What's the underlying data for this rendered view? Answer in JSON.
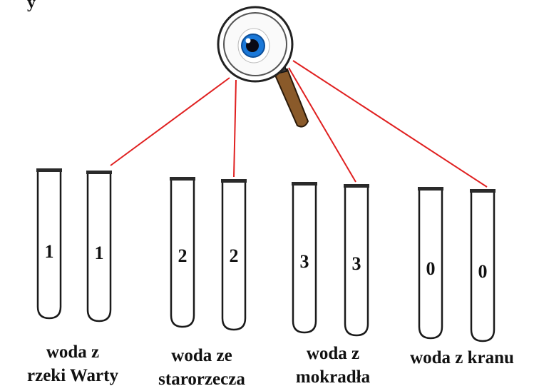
{
  "top_fragment": "y",
  "colors": {
    "connector": "#e02020",
    "tube_outline": "#1a1a1a",
    "tube_rim": "#2a2a2a",
    "iris": "#1a78d8",
    "pupil": "#0a0a14",
    "lens_rim": "#222222",
    "handle": "#8a5a2a"
  },
  "icons": {
    "magnifier": "magnifying-glass-with-eye-icon"
  },
  "groups": [
    {
      "label_line1": "woda z",
      "label_line2": "rzeki Warty",
      "tubes": [
        "1",
        "1"
      ]
    },
    {
      "label_line1": "woda ze",
      "label_line2": "starorzecza",
      "tubes": [
        "2",
        "2"
      ]
    },
    {
      "label_line1": "woda z",
      "label_line2": "mokradła",
      "tubes": [
        "3",
        "3"
      ]
    },
    {
      "label_line1": "woda z kranu",
      "label_line2": "",
      "tubes": [
        "0",
        "0"
      ]
    }
  ]
}
